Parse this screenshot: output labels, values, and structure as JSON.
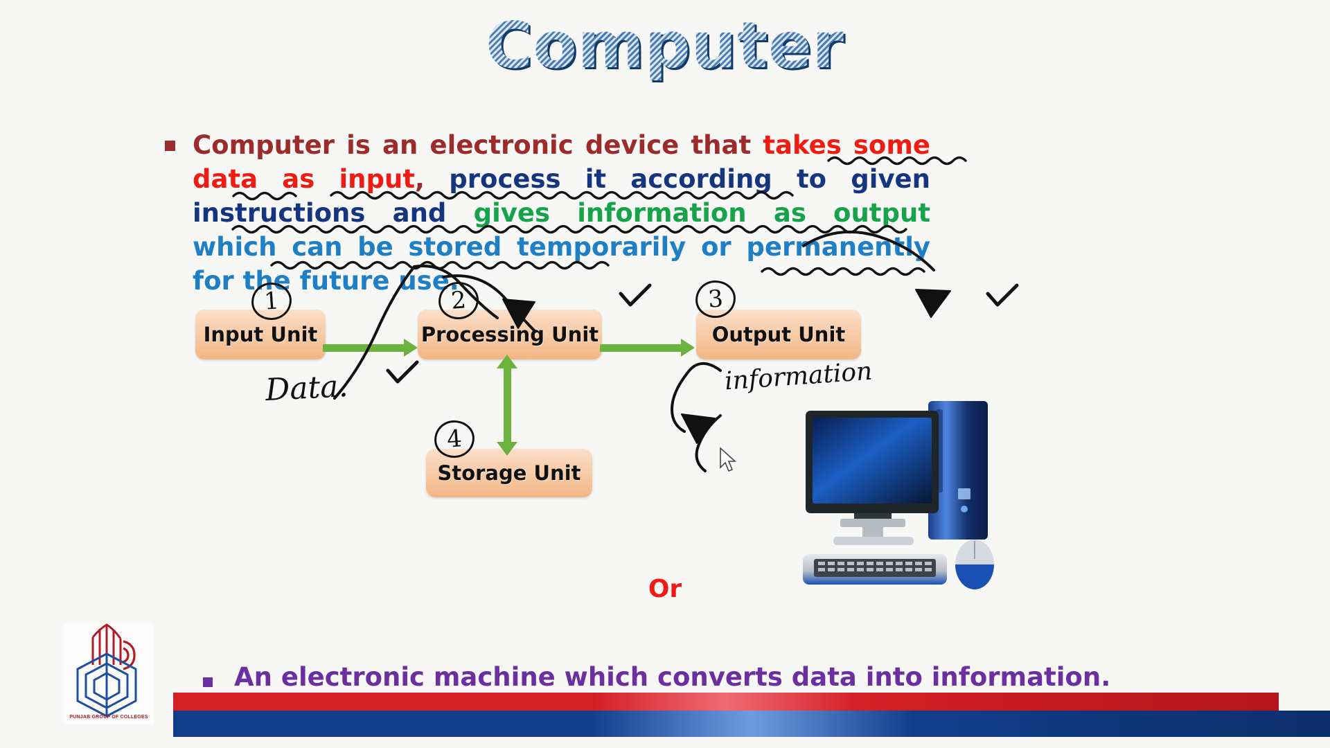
{
  "slide": {
    "title": "Computer",
    "definition_segments": [
      {
        "text": "Computer is an electronic device that ",
        "color_name": "dark-red",
        "color": "#9c2b2b"
      },
      {
        "text": "takes some data as input",
        "color_name": "red",
        "color": "#ef1c14"
      },
      {
        "text": ", ",
        "color_name": "dark-red",
        "color": "#9c2b2b"
      },
      {
        "text": "process it according to given instructions and ",
        "color_name": "navy",
        "color": "#16357f"
      },
      {
        "text": "gives information as output",
        "color_name": "green",
        "color": "#17a34a"
      },
      {
        "text": " which can be stored temporarily or permanently for the future use.",
        "color_name": "blue",
        "color": "#1f7fc4"
      }
    ],
    "or_label": "Or",
    "alternate_definition": "An electronic machine which converts data into information.",
    "bullet_color": "#9c2b2b",
    "bottom_bullet_color": "#6b2fa0"
  },
  "diagram": {
    "boxes": [
      {
        "id": "input",
        "label": "Input Unit",
        "annotation_number": "1"
      },
      {
        "id": "processing",
        "label": "Processing Unit",
        "annotation_number": "2"
      },
      {
        "id": "output",
        "label": "Output Unit",
        "annotation_number": "3"
      },
      {
        "id": "storage",
        "label": "Storage Unit",
        "annotation_number": "4"
      }
    ],
    "arrow_color": "#6cb23e",
    "box_fill": "#f6c79f",
    "handwritten": [
      {
        "id": "data",
        "text": "Data."
      },
      {
        "id": "information",
        "text": "information"
      }
    ],
    "ink_color": "#111111"
  },
  "logo": {
    "caption": "PUNJAB GROUP OF COLLEGES",
    "primary_color": "#b01c22",
    "secondary_color": "#1f4e9c"
  },
  "footer": {
    "red_bar_color": "#d41f26",
    "blue_bar_color": "#123d8a"
  }
}
